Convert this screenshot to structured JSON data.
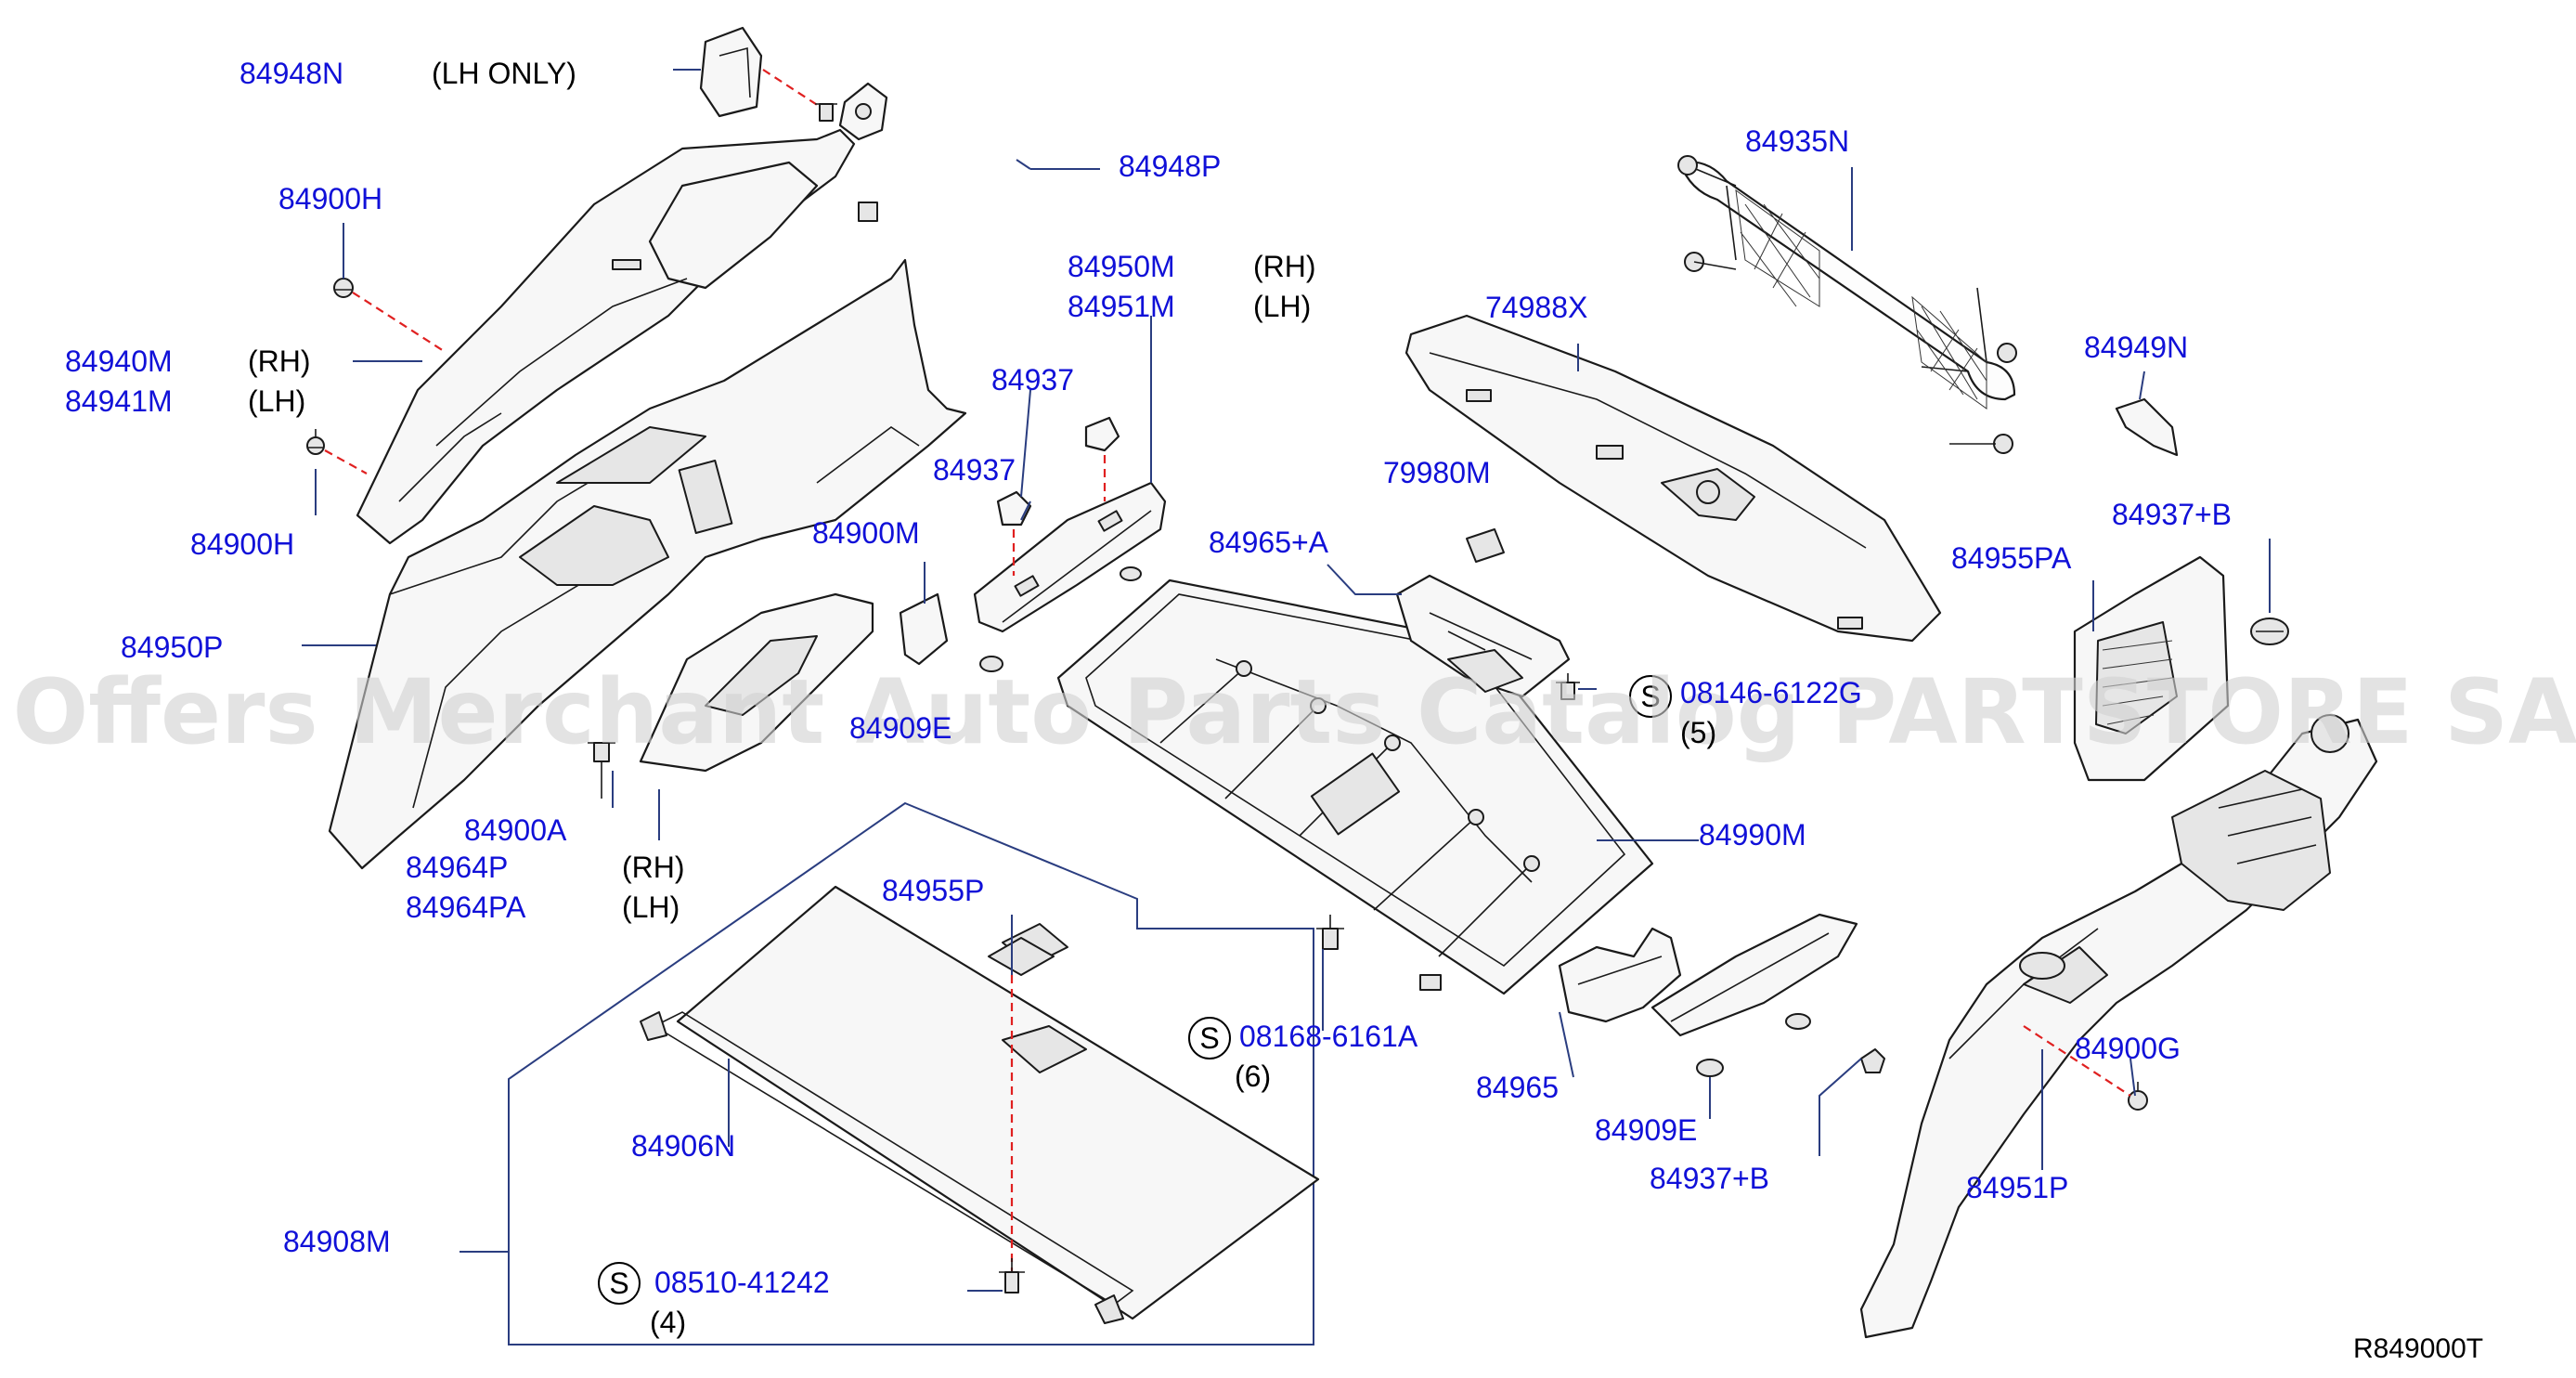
{
  "labels": {
    "p84948N": "84948N",
    "n84948N": "(LH   ONLY)",
    "p84948P": "84948P",
    "p84900H_a": "84900H",
    "p84940M": "84940M",
    "n84940M": "(RH)",
    "p84941M": "84941M",
    "n84941M": "(LH)",
    "p84900H_b": "84900H",
    "p84950P": "84950P",
    "p84950M": "84950M",
    "n84950M": "(RH)",
    "p84951M": "84951M",
    "n84951M": "(LH)",
    "p84937_a": "84937",
    "p84937_b": "84937",
    "p84900M": "84900M",
    "p84909E_a": "84909E",
    "p84900A": "84900A",
    "p84964P": "84964P",
    "n84964P": "(RH)",
    "p84964PA": "84964PA",
    "n84964PA": "(LH)",
    "p84935N": "84935N",
    "p74988X": "74988X",
    "p79980M": "79980M",
    "p84965A": "84965+A",
    "s08146": "08146-6122G",
    "q08146": "(5)",
    "p84949N": "84949N",
    "p84937B_a": "84937+B",
    "p84955PA": "84955PA",
    "p84990M": "84990M",
    "p84955P": "84955P",
    "s08168": "08168-6161A",
    "q08168": "(6)",
    "p84965": "84965",
    "p84909E_b": "84909E",
    "p84937B_b": "84937+B",
    "p84906N": "84906N",
    "p84908M": "84908M",
    "s08510": "08510-41242",
    "q08510": "(4)",
    "p84900G": "84900G",
    "p84951P": "84951P",
    "ref": "R849000T",
    "s_symbol": "S",
    "watermark": "Offers Merchant Auto Parts Catalog PARTSTORE SA"
  },
  "colors": {
    "part_number": "#1010d8",
    "leader_line": "#2a3d80",
    "hidden_line": "#e02020",
    "watermark": "#d0d0d0"
  }
}
